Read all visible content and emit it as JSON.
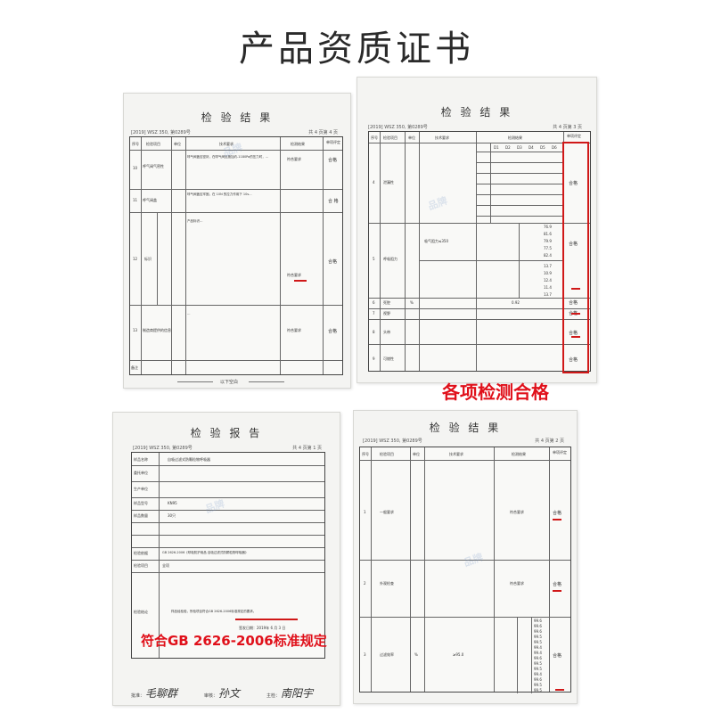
{
  "page": {
    "title": "产品资质证书"
  },
  "doc_top_left": {
    "title": "检 验 结 果",
    "header_left": "[2019] WSZ 350, 第0289号",
    "header_right": "共 4 页第 4 页",
    "columns": [
      "序号",
      "检验项目",
      "单位",
      "技术要求",
      "检测结果",
      "单项评定"
    ],
    "rows": [
      {
        "no": "10",
        "item": "呼气阀气密性",
        "requirement": "呼气阀盖应密封，在呼气阀处施加约-1180Pa的压力时，…",
        "result": "符合要求",
        "verdict": "合格"
      },
      {
        "no": "11",
        "item": "呼气阀盖",
        "requirement": "呼气阀盖应牢固，在 10N 的拉力作用下 10s…",
        "result": "",
        "verdict": ""
      },
      {
        "no": "12",
        "item": "标识",
        "requirement": "产品标识…",
        "result": "符合要求",
        "verdict": "合格"
      },
      {
        "no": "13",
        "item": "制造商提供的信息",
        "requirement": "…",
        "result": "符合要求",
        "verdict": "合格"
      },
      {
        "no": "",
        "item": "备注",
        "requirement": "",
        "result": "",
        "verdict": ""
      }
    ],
    "end_note": "以下空白"
  },
  "doc_top_right": {
    "title": "检 验 结 果",
    "header_left": "[2019] WSZ 350, 第0289号",
    "header_right": "共 4 页第 3 页",
    "columns": [
      "序号",
      "检验项目",
      "单位",
      "技术要求",
      "检测结果",
      "单项评定"
    ],
    "subcols": [
      "D1",
      "D2",
      "D3",
      "D4",
      "D5",
      "D6"
    ],
    "rows": [
      {
        "no": "4",
        "item": "泄漏性",
        "verdict": "合格"
      },
      {
        "no": "5",
        "item": "呼吸阻力",
        "requirement": "吸气阻力≤350",
        "verdict": "合格"
      },
      {
        "no": "6",
        "item": "死腔",
        "unit": "%",
        "result": "0.92",
        "verdict": "合格"
      },
      {
        "no": "7",
        "item": "视野",
        "result": "…",
        "verdict": "合格"
      },
      {
        "no": "8",
        "item": "头带",
        "verdict": "合格"
      },
      {
        "no": "9",
        "item": "可燃性",
        "verdict": "合格"
      }
    ],
    "resistance_values": [
      "76.9",
      "81.6",
      "79.9",
      "77.5",
      "82.4",
      "13.7",
      "10.9",
      "12.4",
      "11.4",
      "13.7"
    ]
  },
  "doc_bottom_left": {
    "title": "检 验 报 告",
    "header_left": "[2019] WSZ 350, 第0289号",
    "header_right": "共 4 页第 1 页",
    "rows": [
      {
        "label": "样品名称",
        "value": "自吸过滤式防颗粒物呼吸器"
      },
      {
        "label": "委托单位",
        "value": ""
      },
      {
        "label": "生产单位",
        "value": ""
      },
      {
        "label": "样品型号",
        "value": "KN95"
      },
      {
        "label": "样品数量",
        "value": "30只"
      },
      {
        "label": "检验依据",
        "value": "GB 2626-2006《呼吸防护用品 自吸过滤式防颗粒物呼吸器》"
      },
      {
        "label": "检验项目",
        "value": "全项"
      },
      {
        "label": "检验结论",
        "value": "样品经检验，所检项目符合GB 2626-2006标准规定的要求。"
      }
    ],
    "date_label": "签发日期：2019年 6 月 3 日",
    "signature_labels": [
      "批准：",
      "审核：",
      "主检："
    ],
    "signatures": [
      "毛聊群",
      "孙文",
      "南阳宇"
    ]
  },
  "doc_bottom_right": {
    "title": "检 验 结 果",
    "header_left": "[2019] WSZ 350, 第0289号",
    "header_right": "共 4 页第 2 页",
    "columns": [
      "序号",
      "检验项目",
      "单位",
      "技术要求",
      "检测结果",
      "单项评定"
    ],
    "rows": [
      {
        "no": "1",
        "item": "一般要求",
        "result": "符合要求",
        "verdict": "合格"
      },
      {
        "no": "2",
        "item": "外观检查",
        "result": "符合要求",
        "verdict": "合格"
      },
      {
        "no": "3",
        "item": "过滤效率",
        "unit": "%",
        "requirement": "≥95.0",
        "verdict": "合格"
      }
    ],
    "efficiency_values": [
      "99.6",
      "99.6",
      "99.6",
      "99.5",
      "99.5",
      "99.4",
      "99.4",
      "99.6",
      "99.5",
      "99.5",
      "99.4",
      "99.6",
      "99.5",
      "99.5"
    ]
  },
  "callouts": {
    "all_pass": "各项检测合格",
    "gb_standard": "符合GB 2626-2006标准规定"
  },
  "watermark": {
    "text": "品牌"
  },
  "colors": {
    "accent_red": "#d01818",
    "callout_red": "#e0101a",
    "paper": "#f4f4f2"
  }
}
